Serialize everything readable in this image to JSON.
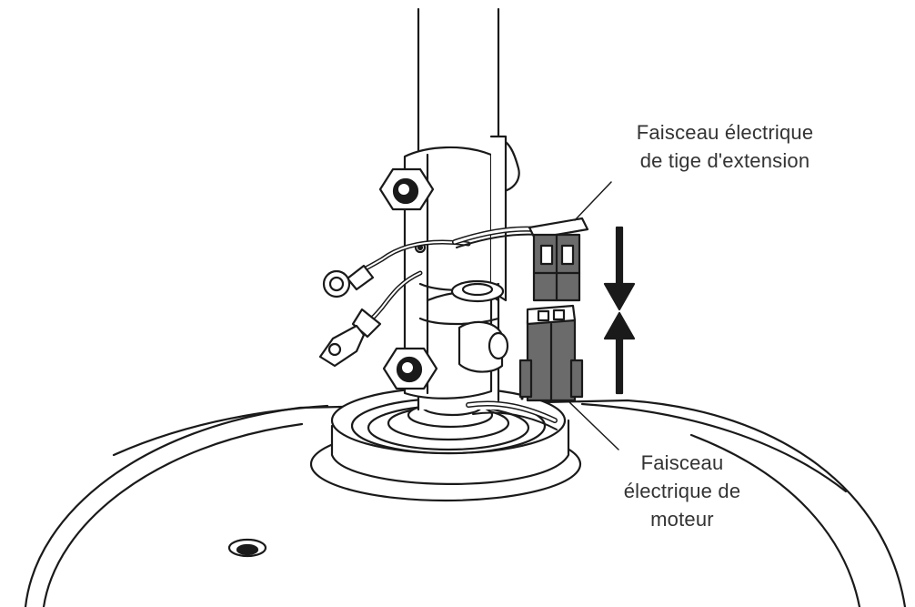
{
  "labels": {
    "extension_harness": {
      "line1": "Faisceau électrique",
      "line2": "de tige d'extension"
    },
    "motor_harness": {
      "line1": "Faisceau",
      "line2": "électrique de",
      "line3": "moteur"
    }
  },
  "colors": {
    "line": "#1a1a1a",
    "connector": "#6b6b6b",
    "label_text": "#333333"
  }
}
